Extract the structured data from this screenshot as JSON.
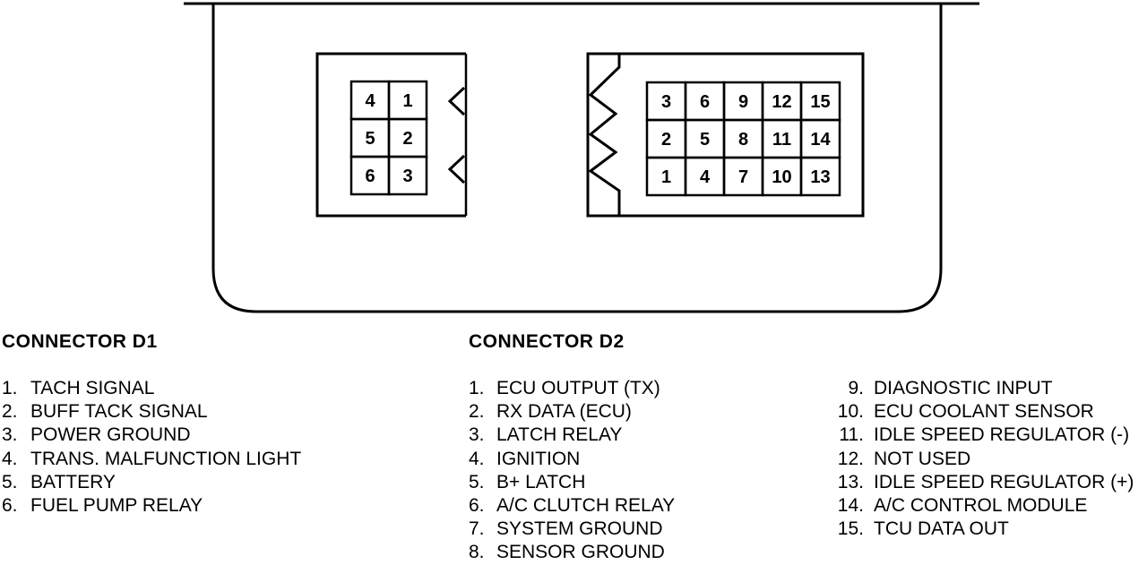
{
  "connector_d1": {
    "title": "CONNECTOR D1",
    "pins": [
      [
        "4",
        "1"
      ],
      [
        "5",
        "2"
      ],
      [
        "6",
        "3"
      ]
    ],
    "items": [
      {
        "num": "1.",
        "label": "TACH SIGNAL"
      },
      {
        "num": "2.",
        "label": "BUFF TACK SIGNAL"
      },
      {
        "num": "3.",
        "label": "POWER GROUND"
      },
      {
        "num": "4.",
        "label": "TRANS. MALFUNCTION LIGHT"
      },
      {
        "num": "5.",
        "label": "BATTERY"
      },
      {
        "num": "6.",
        "label": "FUEL PUMP RELAY"
      }
    ]
  },
  "connector_d2": {
    "title": "CONNECTOR D2",
    "pins": [
      [
        "3",
        "6",
        "9",
        "12",
        "15"
      ],
      [
        "2",
        "5",
        "8",
        "11",
        "14"
      ],
      [
        "1",
        "4",
        "7",
        "10",
        "13"
      ]
    ],
    "items_col1": [
      {
        "num": "1.",
        "label": "ECU OUTPUT (TX)"
      },
      {
        "num": "2.",
        "label": "RX DATA (ECU)"
      },
      {
        "num": "3.",
        "label": "LATCH RELAY"
      },
      {
        "num": "4.",
        "label": "IGNITION"
      },
      {
        "num": "5.",
        "label": "B+ LATCH"
      },
      {
        "num": "6.",
        "label": "A/C CLUTCH RELAY"
      },
      {
        "num": "7.",
        "label": "SYSTEM GROUND"
      },
      {
        "num": "8.",
        "label": "SENSOR GROUND"
      }
    ],
    "items_col2": [
      {
        "num": "9.",
        "label": "DIAGNOSTIC INPUT"
      },
      {
        "num": "10.",
        "label": "ECU COOLANT SENSOR"
      },
      {
        "num": "11.",
        "label": "IDLE SPEED REGULATOR (-)"
      },
      {
        "num": "12.",
        "label": "NOT USED"
      },
      {
        "num": "13.",
        "label": "IDLE SPEED REGULATOR (+)"
      },
      {
        "num": "14.",
        "label": "A/C CONTROL MODULE"
      },
      {
        "num": "15.",
        "label": "TCU DATA OUT"
      }
    ]
  }
}
